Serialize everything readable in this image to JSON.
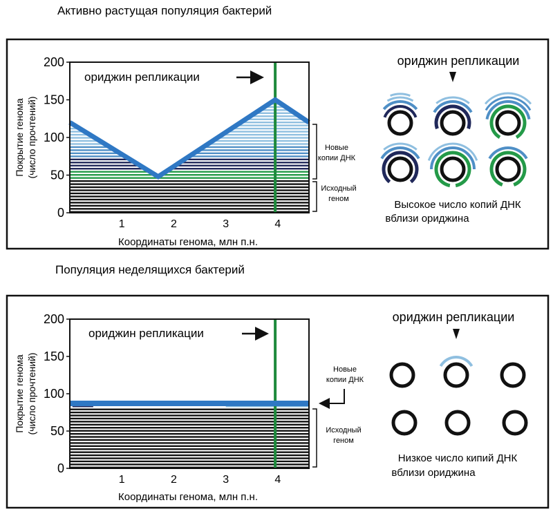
{
  "panels": [
    {
      "heading": "Активно растущая популяция бактерий",
      "y_axis_label_1": "Покрытие генома",
      "y_axis_label_2": "(число прочтений)",
      "x_axis_label": "Координаты генома, млн п.н.",
      "y_ticks": [
        "200",
        "150",
        "100",
        "50",
        "0"
      ],
      "x_ticks": [
        "1",
        "2",
        "3",
        "4"
      ],
      "origin_label": "ориджин репликации",
      "new_copies_label_1": "Новые",
      "new_copies_label_2": "копии ДНК",
      "original_genome_label_1": "Исходный",
      "original_genome_label_2": "геном",
      "cells_origin_label": "ориджин репликации",
      "caption_1": "Высокое число копий ДНК",
      "caption_2": "вблизи ориджина"
    },
    {
      "heading": "Популяция неделящихся бактерий",
      "y_axis_label_1": "Покрытие генома",
      "y_axis_label_2": "(число прочтений)",
      "x_axis_label": "Координаты генома, млн п.н.",
      "y_ticks": [
        "200",
        "150",
        "100",
        "50",
        "0"
      ],
      "x_ticks": [
        "1",
        "2",
        "3",
        "4"
      ],
      "origin_label": "ориджин репликации",
      "new_copies_label_1": "Новые",
      "new_copies_label_2": "копии ДНК",
      "original_genome_label_1": "Исходный",
      "original_genome_label_2": "геном",
      "cells_origin_label": "ориджин репликации",
      "caption_1": "Низкое число кипий ДНК",
      "caption_2": "вблизи ориджина"
    }
  ],
  "chart_data": [
    {
      "type": "line",
      "xlabel": "Координаты генома, млн п.н.",
      "ylabel": "Покрытие генома (число прочтений)",
      "ylim": [
        0,
        200
      ],
      "xlim": [
        0,
        4.6
      ],
      "x": [
        0,
        1.7,
        3.95,
        4.6
      ],
      "values": [
        120,
        48,
        150,
        120
      ],
      "origin_x": 3.95
    },
    {
      "type": "line",
      "xlabel": "Координаты генома, млн п.н.",
      "ylabel": "Покрытие генома (число прочтений)",
      "ylim": [
        0,
        200
      ],
      "xlim": [
        0,
        4.6
      ],
      "x": [
        0,
        4.6
      ],
      "values": [
        87,
        87
      ],
      "origin_x": 3.95
    }
  ],
  "colors": {
    "coverage_line": "#2f78c4",
    "origin_line": "#1e8a3c",
    "chromosome": "#111111",
    "light_blue": "#8fbfe0",
    "mid_blue": "#4f8fc6",
    "navy": "#20285a",
    "green": "#249a48"
  }
}
